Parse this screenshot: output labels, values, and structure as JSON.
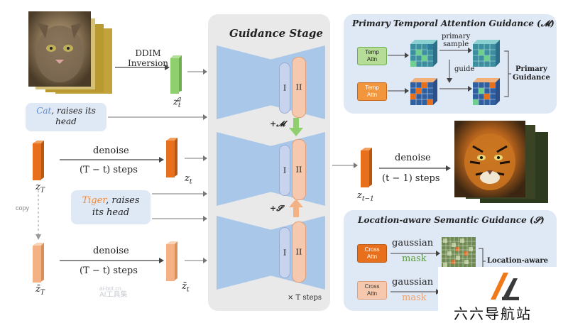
{
  "labels": {
    "ddim_inversion_line1": "DDIM",
    "ddim_inversion_line2": "Inversion",
    "z_t_g": "z",
    "z_t_g_sub": "t",
    "z_t_g_sup": "g",
    "prompt_cat_word": "Cat",
    "prompt_cat_rest1": ", raises its",
    "prompt_cat_rest2": "head",
    "z_T": "z",
    "z_T_sub": "T",
    "z_t": "z",
    "z_t_sub": "t",
    "z_bar_T": "z̄",
    "z_bar_T_sub": "T",
    "z_bar_t": "z̄",
    "z_bar_t_sub": "t",
    "z_t_minus_1": "z",
    "z_t_minus_1_sub": "t−1",
    "copy": "copy",
    "denoise": "denoise",
    "steps_T_minus_t": "(T − t) steps",
    "steps_t_minus_1": "(t − 1) steps",
    "prompt_tiger_word": "Tiger",
    "prompt_tiger_rest1": ", raises",
    "prompt_tiger_rest2": "its head",
    "guidance_stage": "Guidance Stage",
    "plus_M": "+𝓜",
    "plus_S": "+𝓢",
    "roman_1": "I",
    "roman_2": "II",
    "x_T_steps": "× T steps",
    "watermark_small1": "ai-bot.cn",
    "watermark_small2": "AI工具集"
  },
  "primary_panel": {
    "title": "Primary Temporal Attention Guidance (𝓜)",
    "box_label_1": "Temp",
    "box_label_2": "Attn",
    "primary_sample_1": "primary",
    "primary_sample_2": "sample",
    "guide": "guide",
    "primary_guidance_1": "Primary",
    "primary_guidance_2": "Guidance"
  },
  "location_panel": {
    "title": "Location-aware Semantic Guidance (𝓢)",
    "box_label_1": "Cross",
    "box_label_2": "Attn",
    "gaussian": "gaussian",
    "mask": "mask",
    "location_aware": "Location-aware"
  },
  "colors": {
    "green_latent": "#8fcf6e",
    "orange_latent": "#e8701d",
    "light_orange_latent": "#f4b183",
    "blue_unet": "#a9c7e8",
    "panel_bg": "#dfe8f5",
    "mask_green": "#5a9b3a"
  },
  "overlay": {
    "brand_text": "六六导航站",
    "brand_logo": "logo"
  }
}
